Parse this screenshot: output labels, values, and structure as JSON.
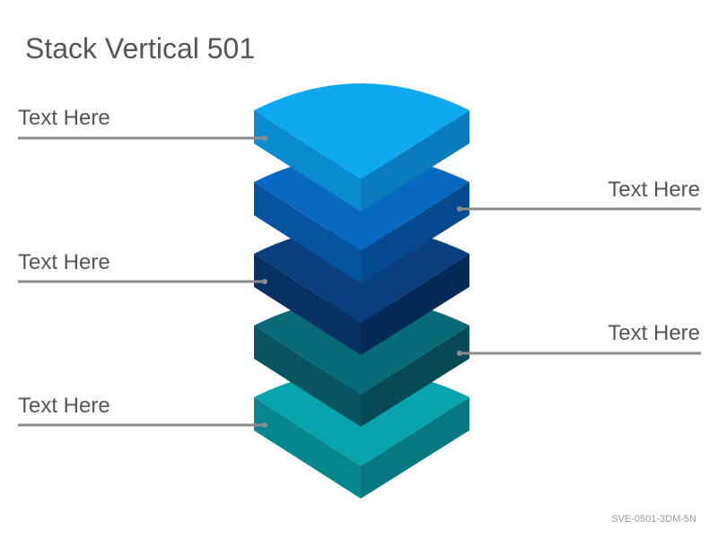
{
  "title": "Stack Vertical 501",
  "labels": [
    {
      "text": "Text Here",
      "side": "left"
    },
    {
      "text": "Text Here",
      "side": "right"
    },
    {
      "text": "Text Here",
      "side": "left"
    },
    {
      "text": "Text Here",
      "side": "right"
    },
    {
      "text": "Text Here",
      "side": "left"
    }
  ],
  "layers": [
    {
      "top": "#0fa9ef",
      "left": "#0b8bd0",
      "right": "#0a7cbe"
    },
    {
      "top": "#0869c2",
      "left": "#06549f",
      "right": "#054a8e"
    },
    {
      "top": "#0a3f7f",
      "left": "#073163",
      "right": "#052a57"
    },
    {
      "top": "#0a6b78",
      "left": "#075561",
      "right": "#054a55"
    },
    {
      "top": "#08a4ad",
      "left": "#06868e",
      "right": "#057880"
    }
  ],
  "connector_color": "#8c8c8c",
  "footer_code": "SVE-0501-3DM-5N"
}
